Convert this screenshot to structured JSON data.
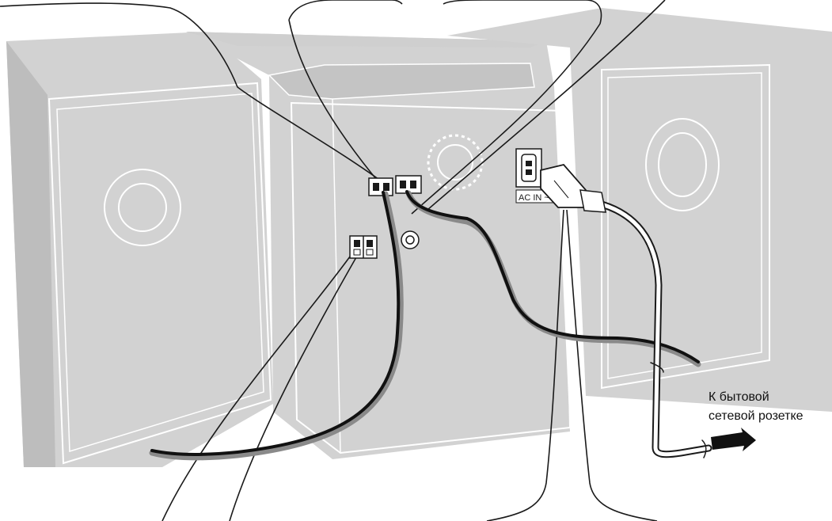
{
  "outlet_label": {
    "line1": "К бытовой",
    "line2": "сетевой розетке"
  },
  "panel_labels": {
    "ac_in": "AC IN ~"
  },
  "colors": {
    "housing_fill": "#d2d2d2",
    "housing_dark": "#bdbdbd",
    "outline": "#1a1a1a",
    "cable": "#111111",
    "cable_shadow": "#8a8a8a"
  }
}
